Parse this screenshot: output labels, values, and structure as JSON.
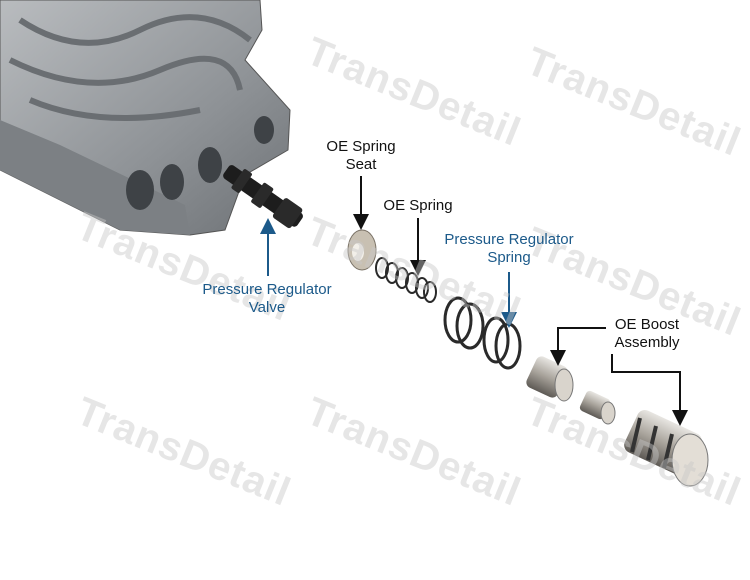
{
  "watermark": "TransDetail",
  "labels": {
    "oe_spring_seat": [
      "OE Spring",
      "Seat"
    ],
    "oe_spring": "OE Spring",
    "pressure_regulator_spring": [
      "Pressure Regulator",
      "Spring"
    ],
    "pressure_regulator_valve": [
      "Pressure Regulator",
      "Valve"
    ],
    "oe_boost_assembly": [
      "OE Boost",
      "Assembly"
    ]
  },
  "colors": {
    "blue_label": "#1c5a8a",
    "black_label": "#111111"
  }
}
